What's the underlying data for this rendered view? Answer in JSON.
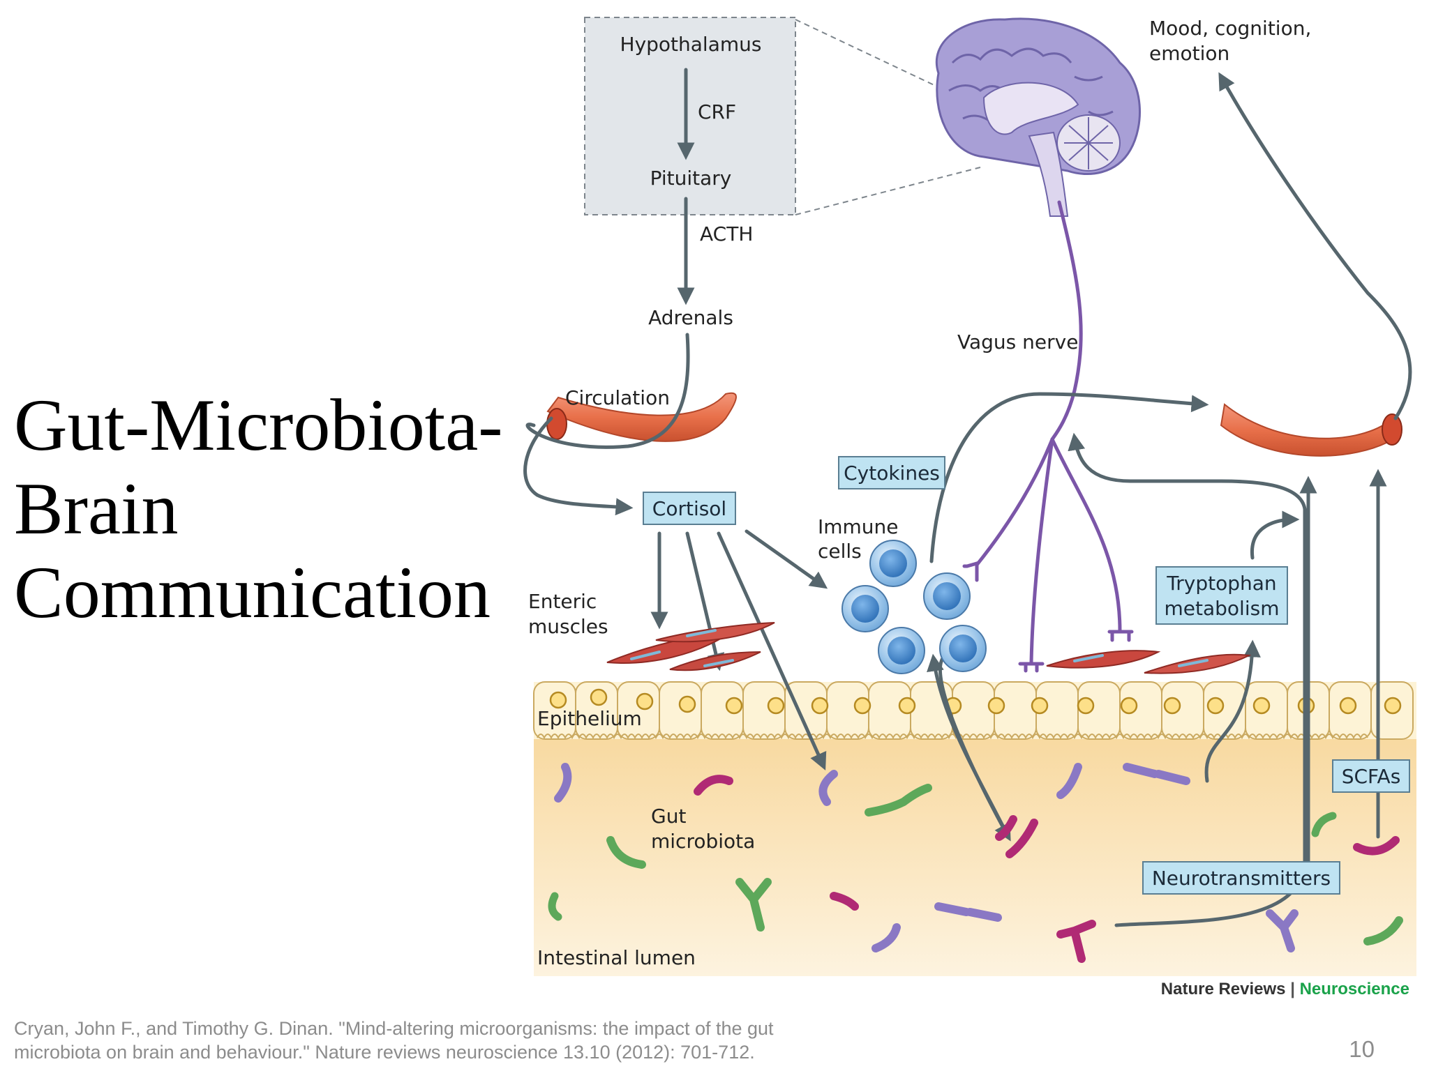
{
  "slide": {
    "title_lines": [
      "Gut-Microbiota-",
      "Brain",
      "Communication"
    ],
    "citation_lines": [
      "Cryan, John F., and Timothy G. Dinan. \"Mind-altering microorganisms: the impact of the gut",
      "microbiota on brain and behaviour.\" Nature reviews neuroscience 13.10 (2012): 701-712."
    ],
    "page_number": "10"
  },
  "diagram": {
    "hpa": {
      "hypothalamus": "Hypothalamus",
      "crf": "CRF",
      "pituitary": "Pituitary",
      "acth": "ACTH",
      "adrenals": "Adrenals"
    },
    "circulation": "Circulation",
    "mood": [
      "Mood, cognition,",
      "emotion"
    ],
    "vagus_nerve": "Vagus nerve",
    "cortisol": "Cortisol",
    "cytokines": "Cytokines",
    "immune_cells": [
      "Immune",
      "cells"
    ],
    "enteric_muscles": [
      "Enteric",
      "muscles"
    ],
    "tryptophan": [
      "Tryptophan",
      "metabolism"
    ],
    "epithelium": "Epithelium",
    "scfas": "SCFAs",
    "gut_microbiota": [
      "Gut",
      "microbiota"
    ],
    "neurotransmitters": "Neurotransmitters",
    "intestinal_lumen": "Intestinal lumen"
  },
  "credit": {
    "journal": "Nature Reviews",
    "separator": "|",
    "section": "Neuroscience"
  },
  "colors": {
    "arrow": "#56666d",
    "vagus": "#7b56a8",
    "label_box": "#bfe3f2",
    "vessel": "#e8704a",
    "lumen": "#fbe3b6",
    "brain": "#a89fd6",
    "immune_cell": "#4a8fd0"
  }
}
